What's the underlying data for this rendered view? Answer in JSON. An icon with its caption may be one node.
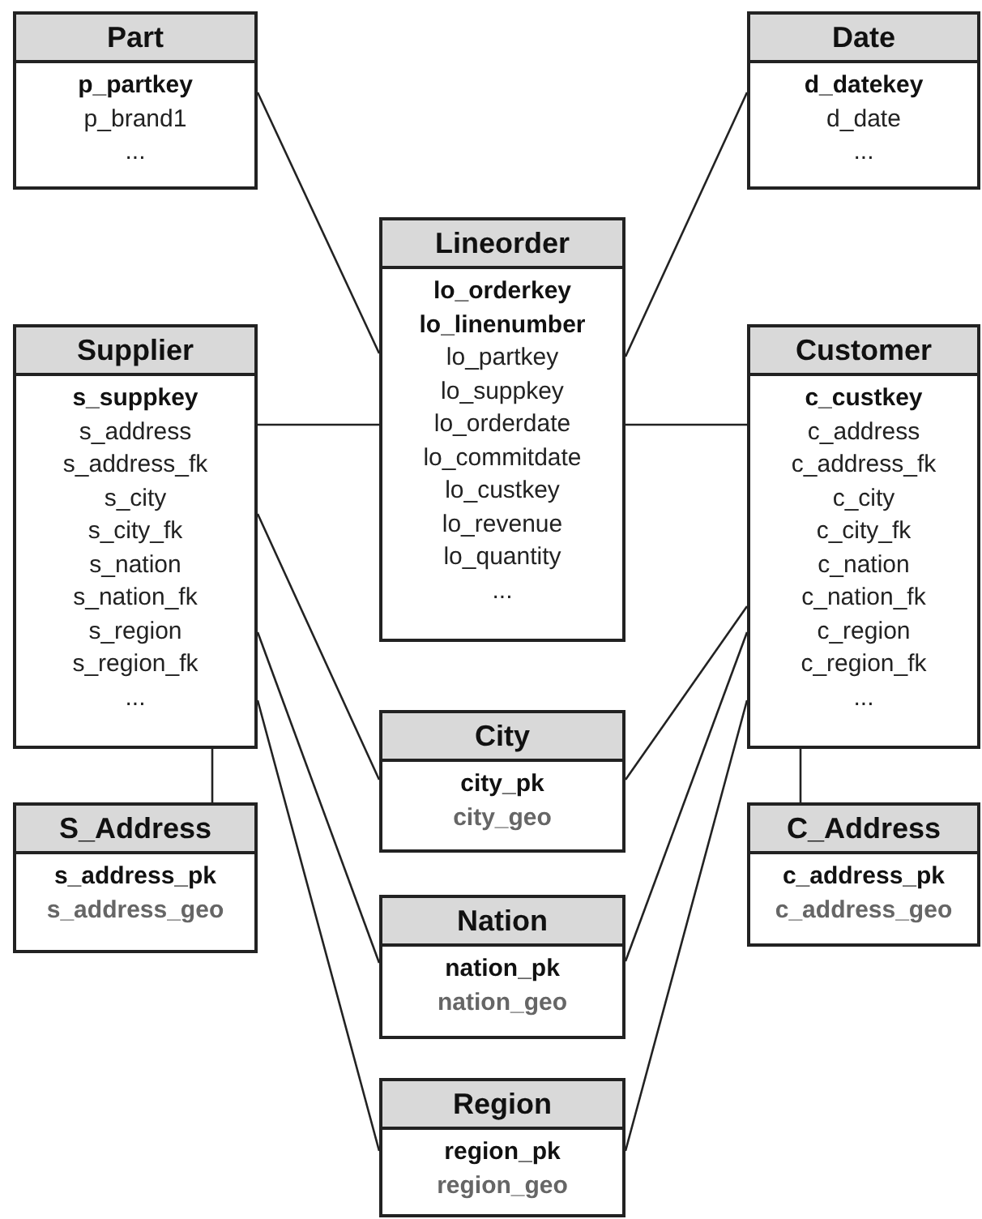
{
  "diagram": {
    "nodes": [
      {
        "text": [
          "Part",
          "p_partkey",
          "p_brand1",
          "..."
        ]
      },
      {
        "text": [
          "Date",
          "d_datekey",
          "d_date",
          "..."
        ]
      },
      {
        "text": [
          "Lineorder",
          "lo_orderkey",
          "lo_linenumber",
          "lo_partkey",
          "lo_suppkey",
          "lo_orderdate",
          "lo_commitdate",
          "lo_custkey",
          "lo_revenue",
          "lo_quantity",
          "..."
        ]
      },
      {
        "text": [
          "Supplier",
          "s_suppkey",
          "s_address",
          "s_address_fk",
          "s_city",
          "s_city_fk",
          "s_nation",
          "s_nation_fk",
          "s_region",
          "s_region_fk",
          "..."
        ]
      },
      {
        "text": [
          "Customer",
          "c_custkey",
          "c_address",
          "c_address_fk",
          "c_city",
          "c_city_fk",
          "c_nation",
          "c_nation_fk",
          "c_region",
          "c_region_fk",
          "..."
        ]
      },
      {
        "text": [
          "City",
          "city_pk",
          "city_geo"
        ]
      },
      {
        "text": [
          "S_Address",
          "s_address_pk",
          "s_address_geo"
        ]
      },
      {
        "text": [
          "C_Address",
          "c_address_pk",
          "c_address_geo"
        ]
      },
      {
        "text": [
          "Nation",
          "nation_pk",
          "nation_geo"
        ]
      },
      {
        "text": [
          "Region",
          "region_pk",
          "region_geo"
        ]
      }
    ],
    "edges": [
      {
        "from": 0,
        "to": 2,
        "arrow": "none"
      },
      {
        "from": 1,
        "to": 2,
        "arrow": "none"
      },
      {
        "from": 3,
        "to": 2,
        "arrow": "none"
      },
      {
        "from": 4,
        "to": 2,
        "arrow": "none"
      },
      {
        "from": 3,
        "to": 5,
        "arrow": "none"
      },
      {
        "from": 3,
        "to": 8,
        "arrow": "none"
      },
      {
        "from": 3,
        "to": 9,
        "arrow": "none"
      },
      {
        "from": 4,
        "to": 5,
        "arrow": "none"
      },
      {
        "from": 4,
        "to": 8,
        "arrow": "none"
      },
      {
        "from": 4,
        "to": 9,
        "arrow": "none"
      },
      {
        "from": 3,
        "to": 6,
        "arrow": "none"
      },
      {
        "from": 4,
        "to": 7,
        "arrow": "none"
      }
    ]
  }
}
